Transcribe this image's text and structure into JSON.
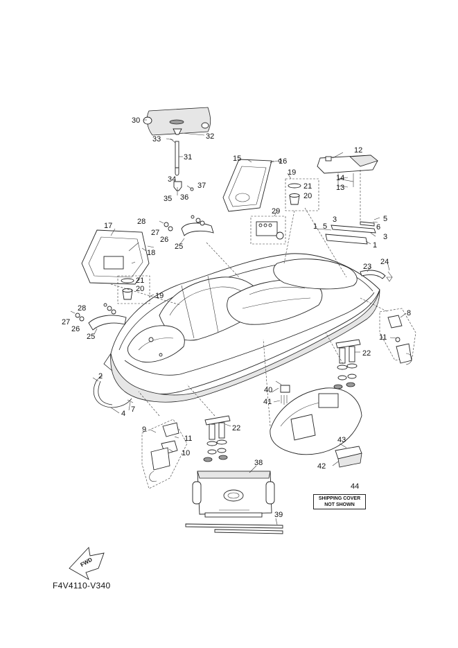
{
  "diagram": {
    "code": "F4V4110-V340",
    "fwd_label": "FWD",
    "shipping_note": [
      "SHIPPING COVER",
      "NOT SHOWN"
    ],
    "callouts": [
      {
        "id": "c1a",
        "label": "1"
      },
      {
        "id": "c1b",
        "label": "1"
      },
      {
        "id": "c2",
        "label": "2"
      },
      {
        "id": "c3a",
        "label": "3"
      },
      {
        "id": "c3b",
        "label": "3"
      },
      {
        "id": "c4",
        "label": "4"
      },
      {
        "id": "c5a",
        "label": "5"
      },
      {
        "id": "c5b",
        "label": "5"
      },
      {
        "id": "c6",
        "label": "6"
      },
      {
        "id": "c7",
        "label": "7"
      },
      {
        "id": "c8",
        "label": "8"
      },
      {
        "id": "c9",
        "label": "9"
      },
      {
        "id": "c10",
        "label": "10"
      },
      {
        "id": "c11a",
        "label": "11"
      },
      {
        "id": "c11b",
        "label": "11"
      },
      {
        "id": "c12",
        "label": "12"
      },
      {
        "id": "c13",
        "label": "13"
      },
      {
        "id": "c14",
        "label": "14"
      },
      {
        "id": "c15",
        "label": "15"
      },
      {
        "id": "c16",
        "label": "16"
      },
      {
        "id": "c17",
        "label": "17"
      },
      {
        "id": "c18",
        "label": "18"
      },
      {
        "id": "c19a",
        "label": "19"
      },
      {
        "id": "c19b",
        "label": "19"
      },
      {
        "id": "c20a",
        "label": "20"
      },
      {
        "id": "c20b",
        "label": "20"
      },
      {
        "id": "c21a",
        "label": "21"
      },
      {
        "id": "c21b",
        "label": "21"
      },
      {
        "id": "c22a",
        "label": "22"
      },
      {
        "id": "c22b",
        "label": "22"
      },
      {
        "id": "c23",
        "label": "23"
      },
      {
        "id": "c24",
        "label": "24"
      },
      {
        "id": "c25a",
        "label": "25"
      },
      {
        "id": "c25b",
        "label": "25"
      },
      {
        "id": "c26a",
        "label": "26"
      },
      {
        "id": "c26b",
        "label": "26"
      },
      {
        "id": "c27a",
        "label": "27"
      },
      {
        "id": "c27b",
        "label": "27"
      },
      {
        "id": "c28a",
        "label": "28"
      },
      {
        "id": "c28b",
        "label": "28"
      },
      {
        "id": "c29",
        "label": "29"
      },
      {
        "id": "c30",
        "label": "30"
      },
      {
        "id": "c31",
        "label": "31"
      },
      {
        "id": "c32",
        "label": "32"
      },
      {
        "id": "c33",
        "label": "33"
      },
      {
        "id": "c34",
        "label": "34"
      },
      {
        "id": "c35",
        "label": "35"
      },
      {
        "id": "c36",
        "label": "36"
      },
      {
        "id": "c37",
        "label": "37"
      },
      {
        "id": "c38",
        "label": "38"
      },
      {
        "id": "c39",
        "label": "39"
      },
      {
        "id": "c40",
        "label": "40"
      },
      {
        "id": "c41",
        "label": "41"
      },
      {
        "id": "c42",
        "label": "42"
      },
      {
        "id": "c43",
        "label": "43"
      },
      {
        "id": "c44",
        "label": "44"
      }
    ]
  }
}
